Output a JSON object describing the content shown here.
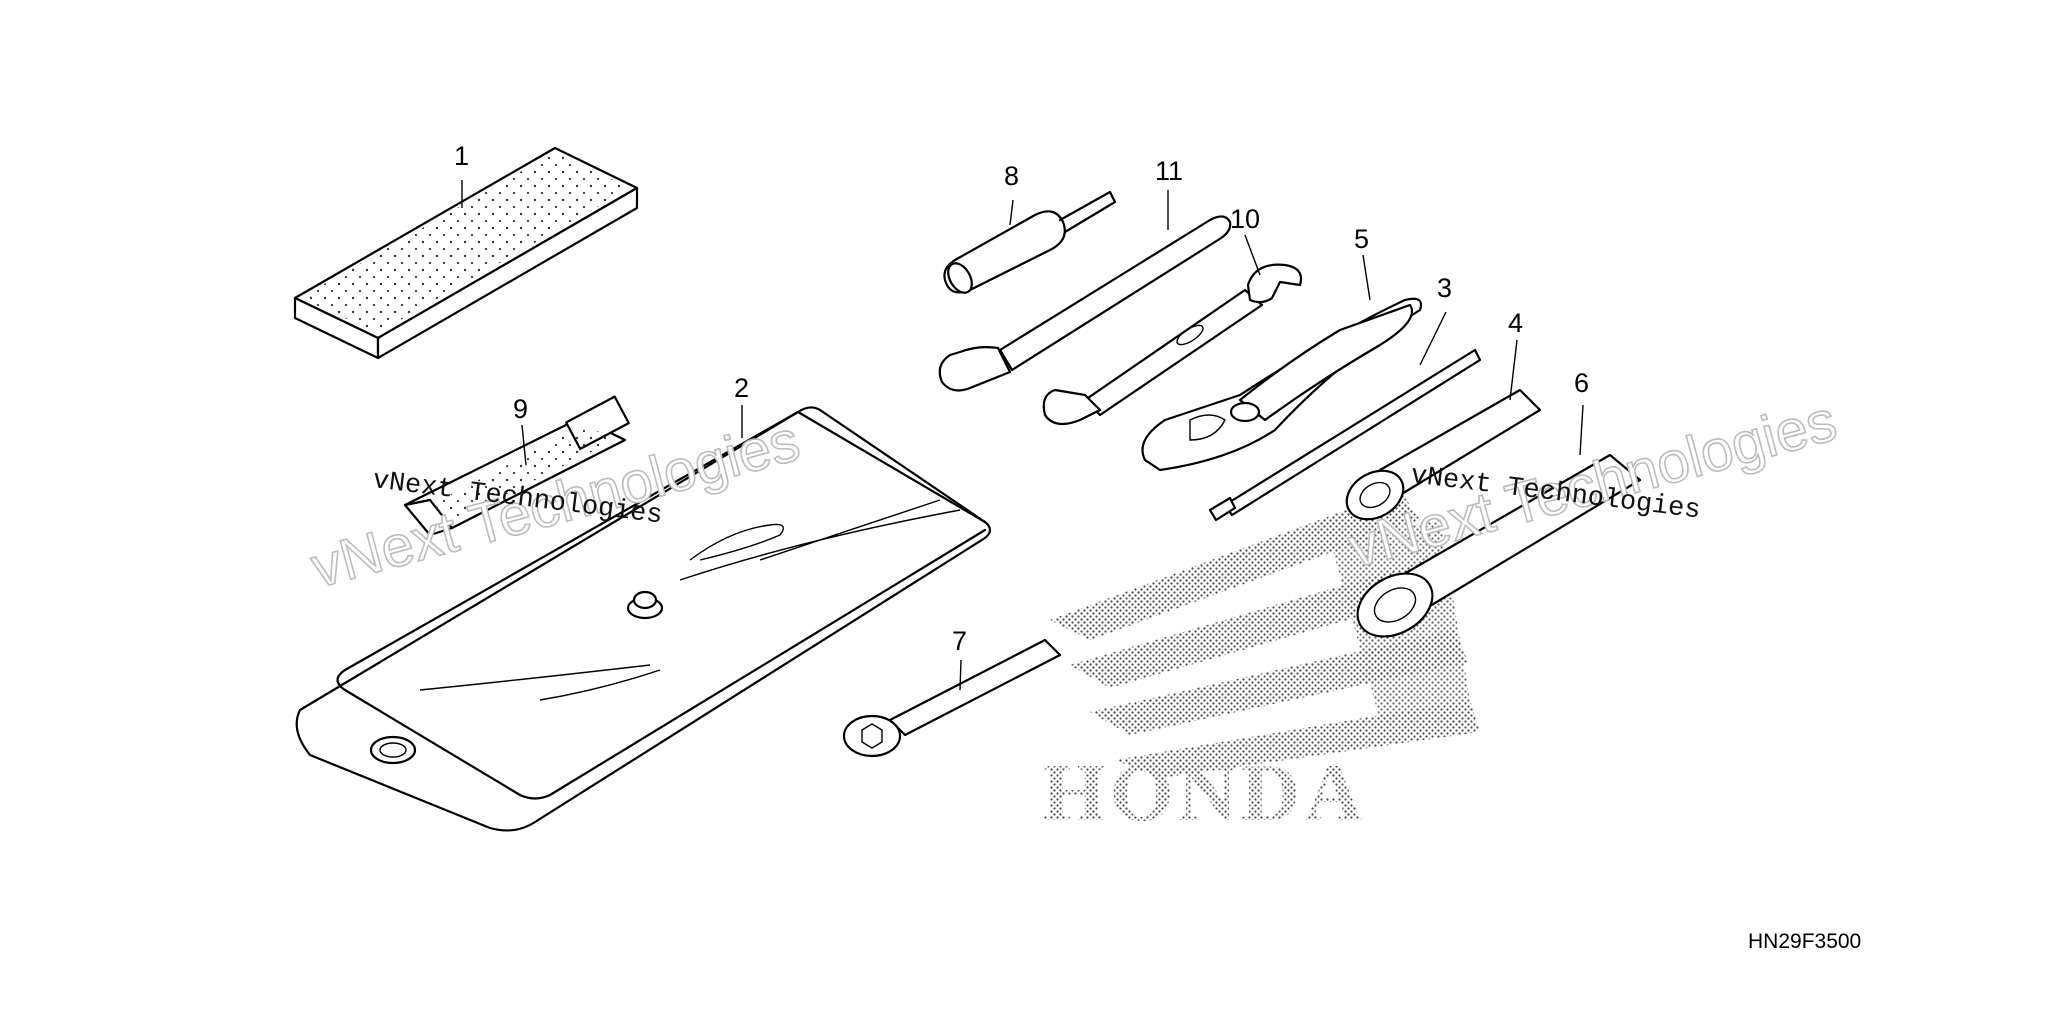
{
  "diagram": {
    "drawing_code": "HN29F3500",
    "brand_mark": "HONDA",
    "watermark": {
      "large": "vNext Technologies",
      "small": "vNext Technologies"
    },
    "callouts": {
      "c1": "1",
      "c2": "2",
      "c3": "3",
      "c4": "4",
      "c5": "5",
      "c6": "6",
      "c7": "7",
      "c8": "8",
      "c9": "9",
      "c10": "10",
      "c11": "11"
    }
  }
}
